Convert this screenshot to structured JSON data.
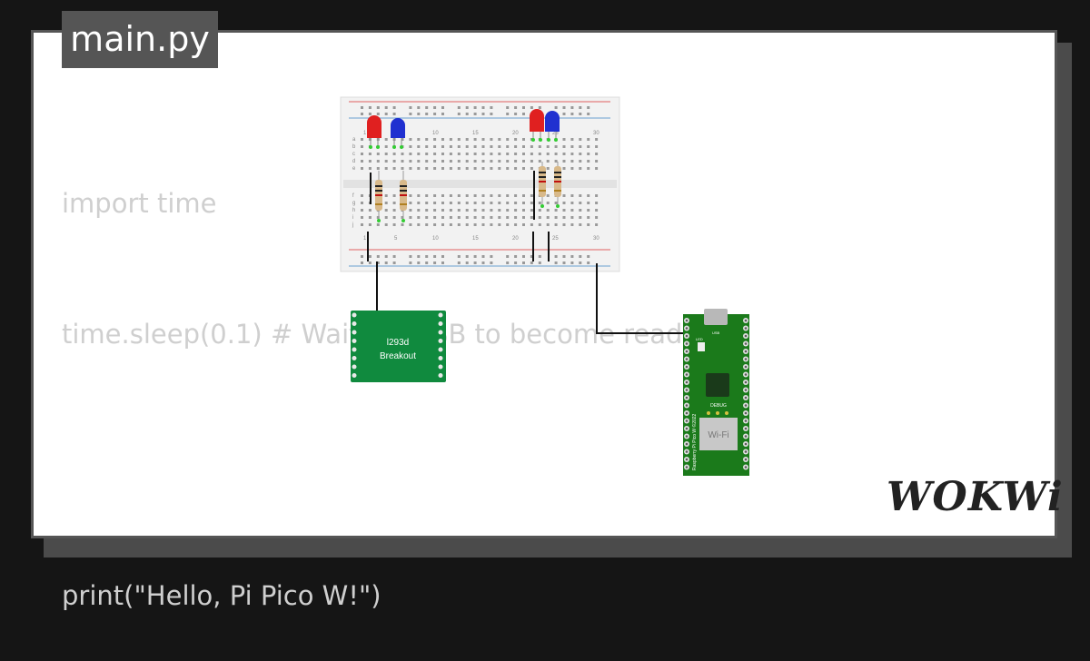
{
  "editor": {
    "filename": "main.py",
    "lines": [
      "import time",
      "time.sleep(0.1) # Wait for USB to become ready",
      "",
      "print(\"Hello, Pi Pico W!\")"
    ]
  },
  "breadboard": {
    "column_numbers": [
      "1",
      "5",
      "10",
      "15",
      "20",
      "25",
      "30"
    ],
    "row_letters_top": [
      "a",
      "b",
      "c",
      "d",
      "e"
    ],
    "row_letters_bottom": [
      "f",
      "g",
      "h",
      "i",
      "j"
    ]
  },
  "driver": {
    "label_line1": "l293d",
    "label_line2": "Breakout",
    "color": "#108a3e"
  },
  "pico": {
    "wifi_label": "Wi-Fi",
    "debug_label": "DEBUG",
    "silk_text": "Raspberry Pi Pico W ©2022",
    "led_label": "LED",
    "usb_label": "USB",
    "color": "#1b7a1b"
  },
  "leds": [
    {
      "color": "#e02020"
    },
    {
      "color": "#2030d0"
    },
    {
      "color": "#e02020"
    },
    {
      "color": "#2030d0"
    }
  ],
  "brand": {
    "logo_text": "WOKWi"
  }
}
